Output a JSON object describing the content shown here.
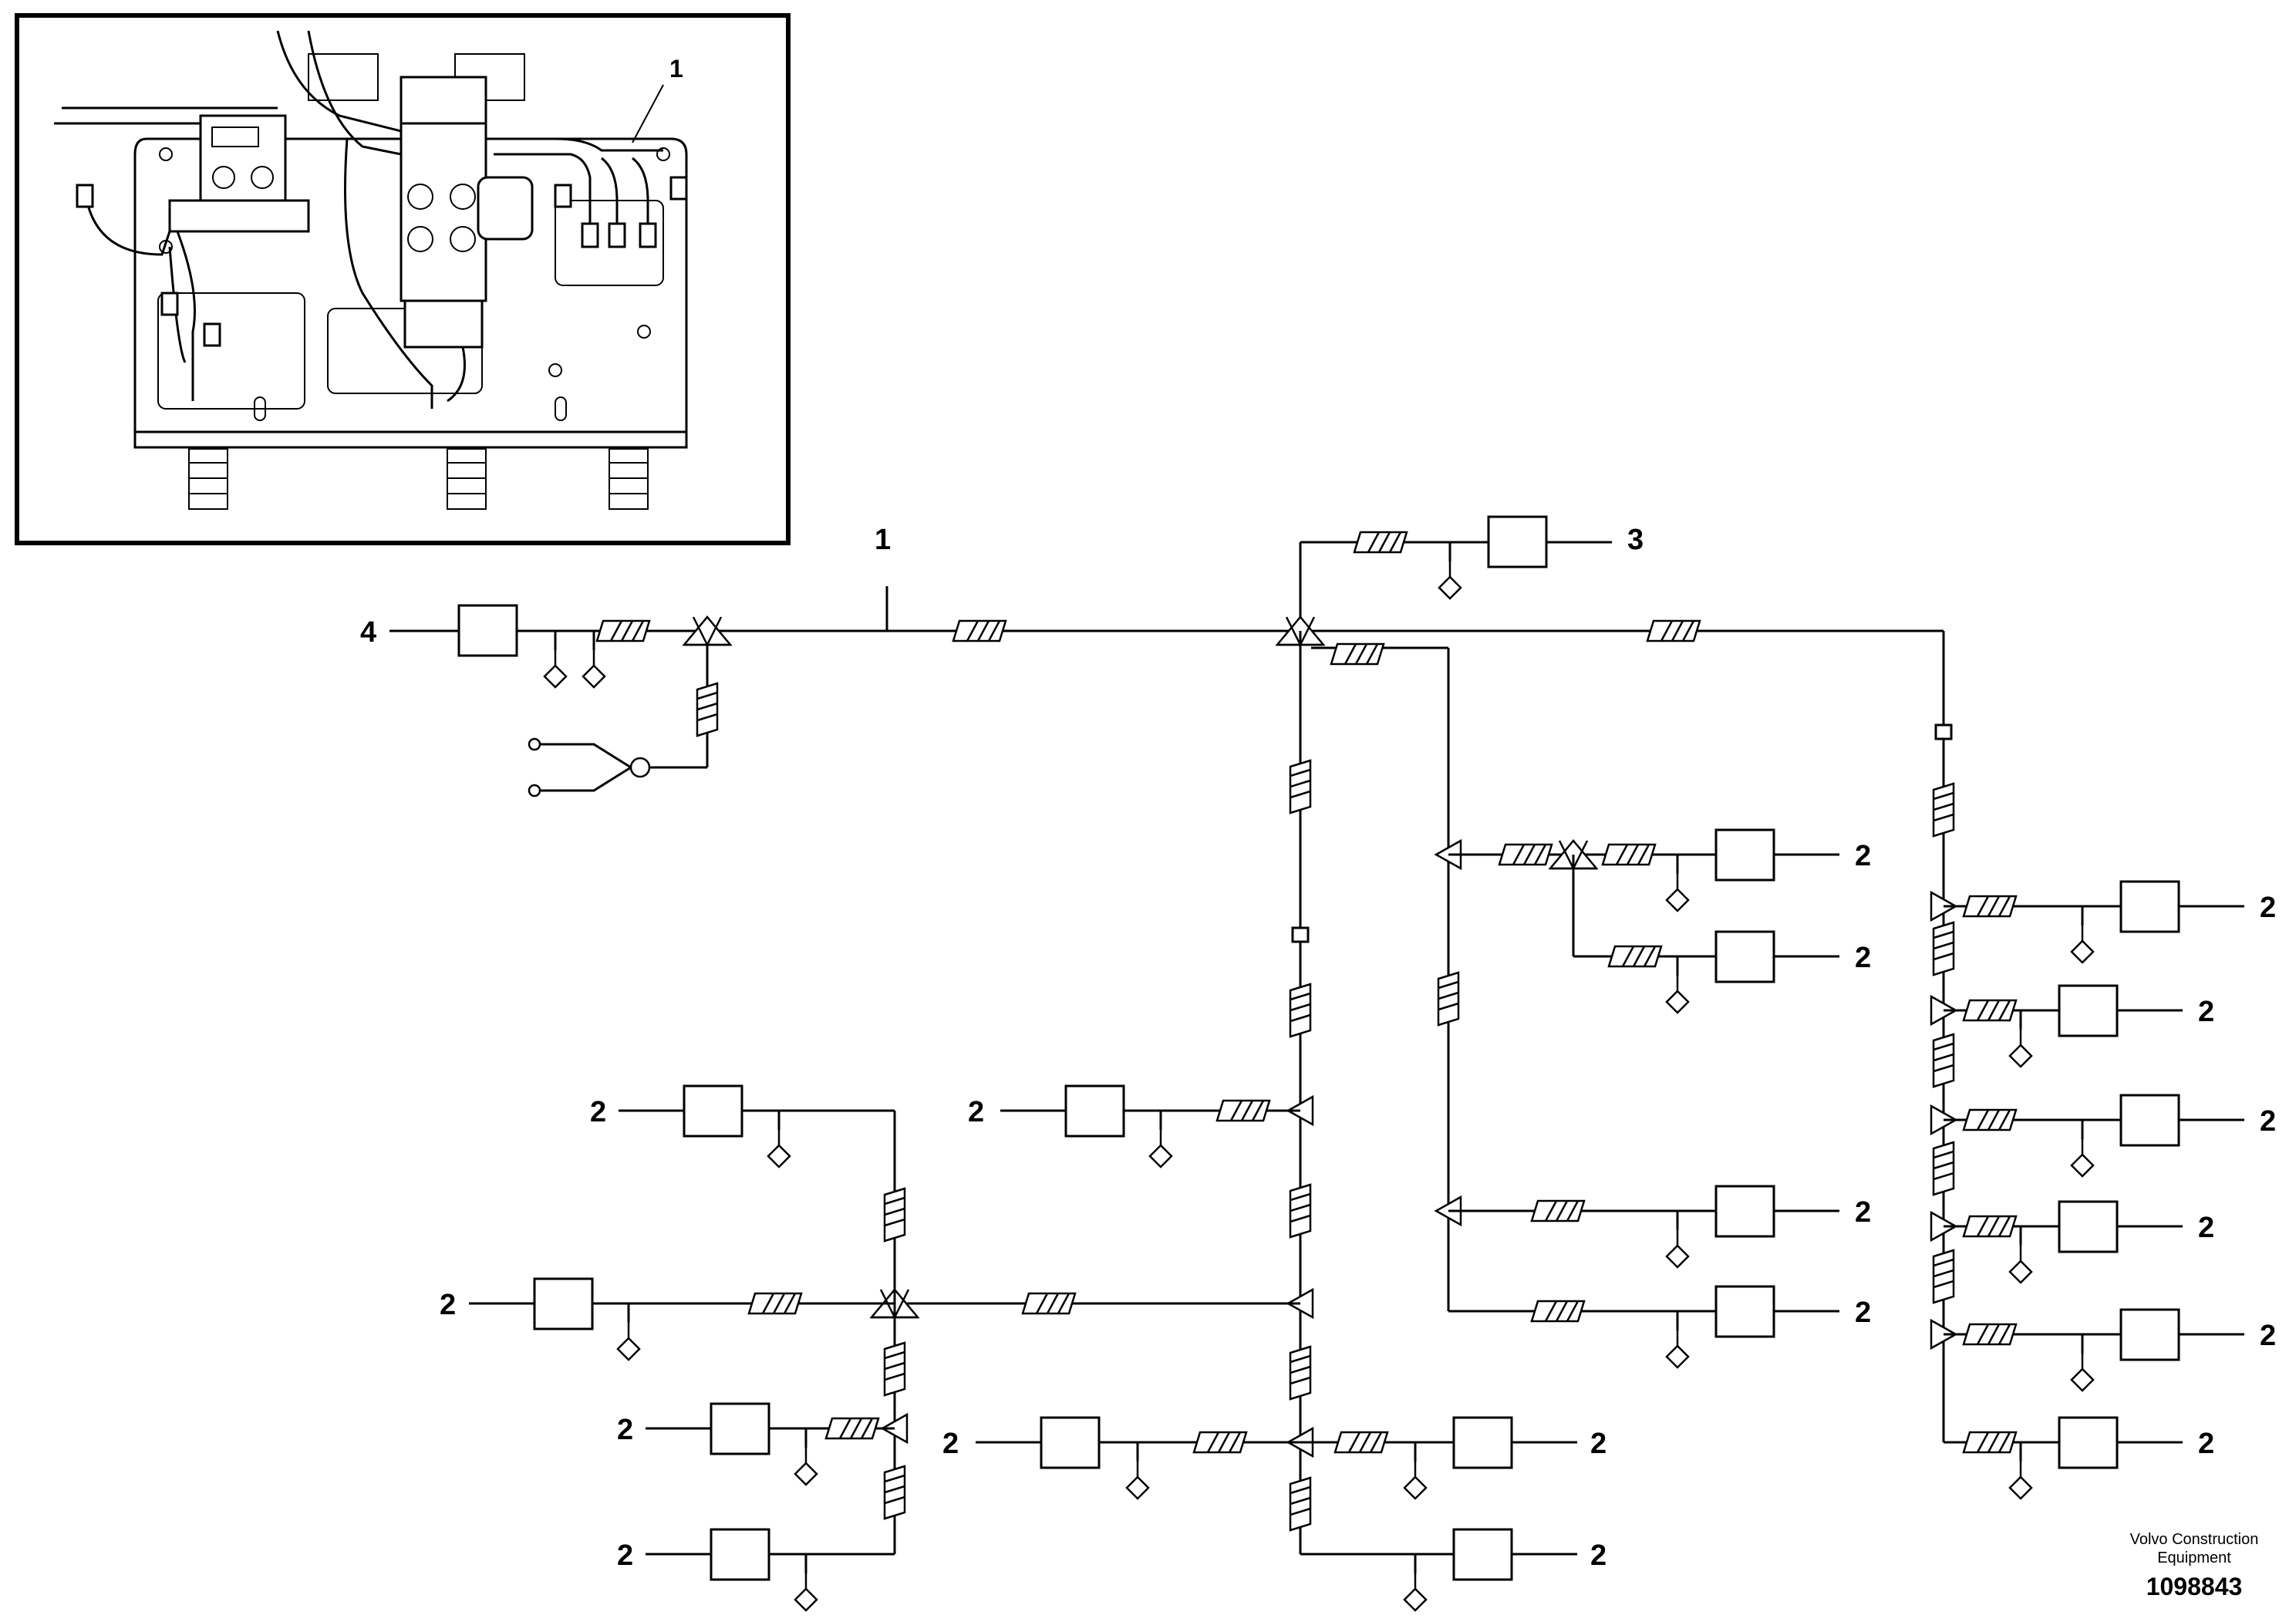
{
  "callouts": {
    "inset_harness": "1",
    "main_harness": "1",
    "connector_3": "3",
    "connector_4": "4",
    "connector_2": "2"
  },
  "footer": {
    "brand_line1": "Volvo Construction",
    "brand_line2": "Equipment",
    "figure_number": "1098843"
  },
  "colors": {
    "line": "#000000",
    "background": "#ffffff"
  }
}
